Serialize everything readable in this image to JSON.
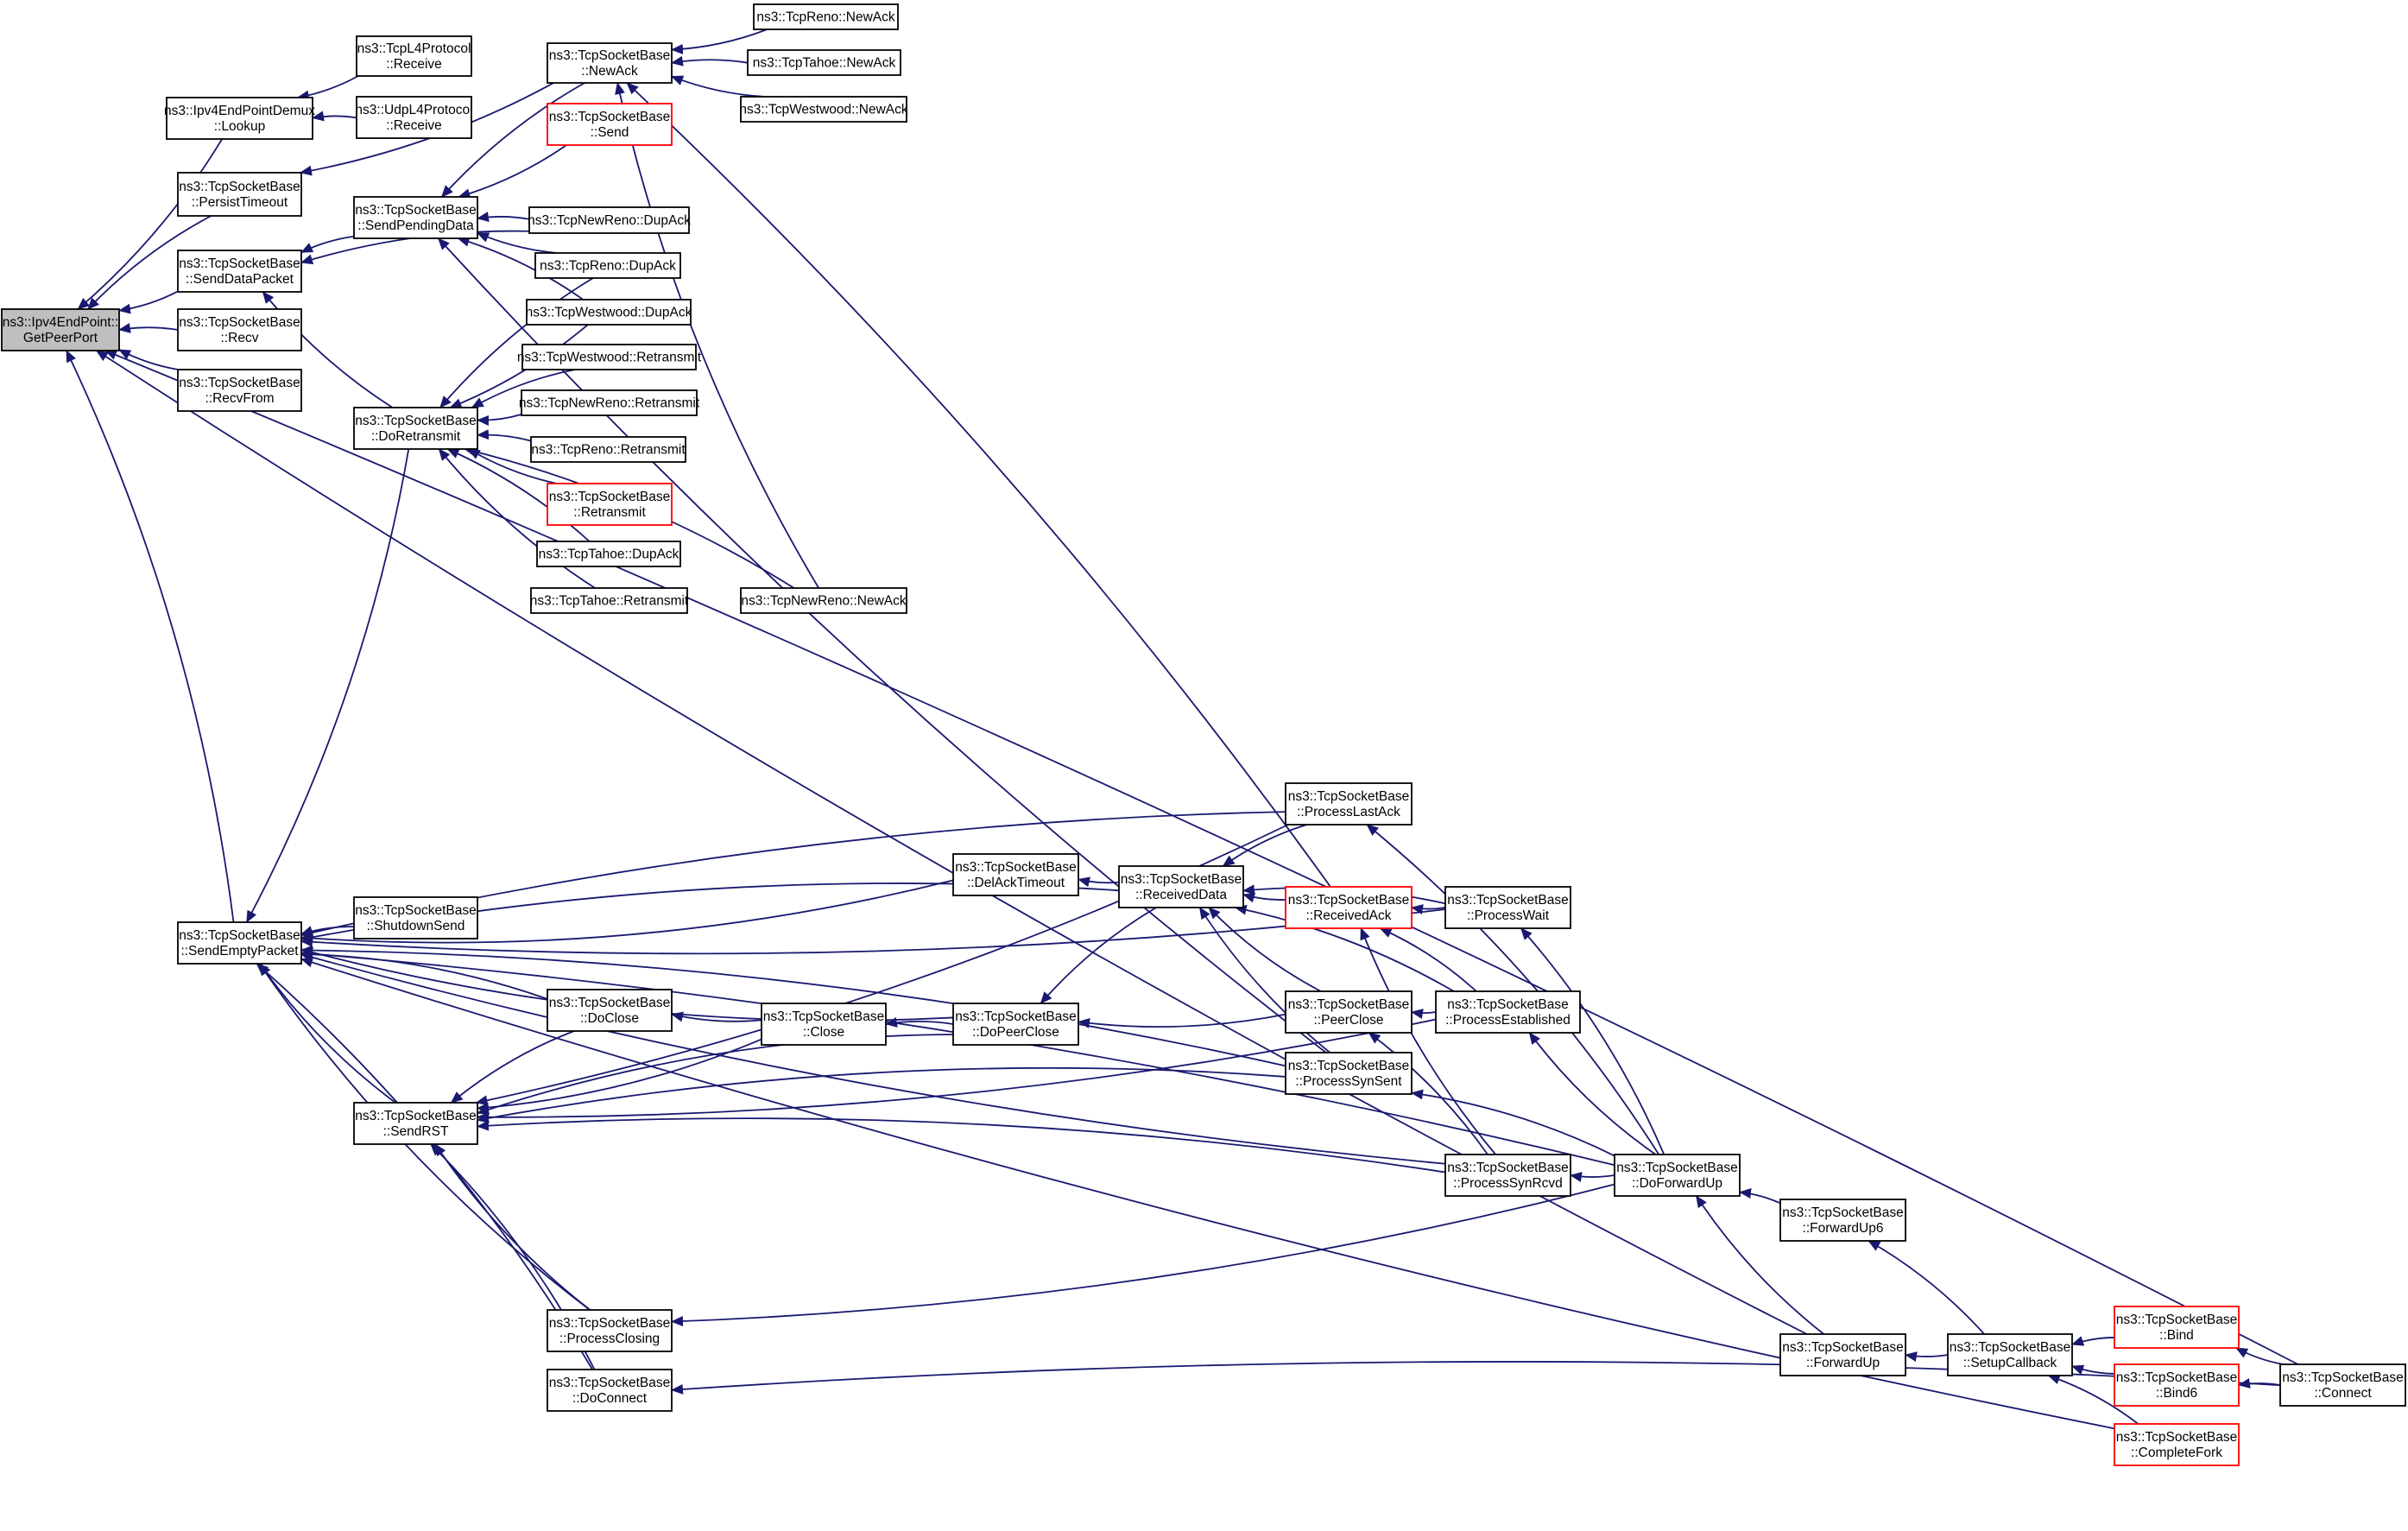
{
  "colors": {
    "edge": "#191970",
    "node_border": "#000000",
    "node_border_truncated": "#ff0000",
    "root_fill": "#bfbfbf",
    "node_fill": "#ffffff"
  },
  "nodes": [
    {
      "id": "root",
      "lines": [
        "ns3::Ipv4EndPoint::",
        "GetPeerPort"
      ],
      "style": "root"
    },
    {
      "id": "lookup",
      "lines": [
        "ns3::Ipv4EndPointDemux",
        "::Lookup"
      ],
      "style": "normal"
    },
    {
      "id": "tcpl4_receive",
      "lines": [
        "ns3::TcpL4Protocol",
        "::Receive"
      ],
      "style": "normal"
    },
    {
      "id": "udpl4_receive",
      "lines": [
        "ns3::UdpL4Protocol",
        "::Receive"
      ],
      "style": "normal"
    },
    {
      "id": "persisttimeout",
      "lines": [
        "ns3::TcpSocketBase",
        "::PersistTimeout"
      ],
      "style": "normal"
    },
    {
      "id": "senddatapacket",
      "lines": [
        "ns3::TcpSocketBase",
        "::SendDataPacket"
      ],
      "style": "normal"
    },
    {
      "id": "recv",
      "lines": [
        "ns3::TcpSocketBase",
        "::Recv"
      ],
      "style": "normal"
    },
    {
      "id": "recvfrom",
      "lines": [
        "ns3::TcpSocketBase",
        "::RecvFrom"
      ],
      "style": "normal"
    },
    {
      "id": "newack_base",
      "lines": [
        "ns3::TcpSocketBase",
        "::NewAck"
      ],
      "style": "normal"
    },
    {
      "id": "reno_newack",
      "lines": [
        "ns3::TcpReno::NewAck"
      ],
      "style": "normal"
    },
    {
      "id": "tahoe_newack",
      "lines": [
        "ns3::TcpTahoe::NewAck"
      ],
      "style": "normal"
    },
    {
      "id": "westwood_newack",
      "lines": [
        "ns3::TcpWestwood::NewAck"
      ],
      "style": "normal"
    },
    {
      "id": "send",
      "lines": [
        "ns3::TcpSocketBase",
        "::Send"
      ],
      "style": "truncated"
    },
    {
      "id": "sendpendingdata",
      "lines": [
        "ns3::TcpSocketBase",
        "::SendPendingData"
      ],
      "style": "normal"
    },
    {
      "id": "newreno_dupack",
      "lines": [
        "ns3::TcpNewReno::DupAck"
      ],
      "style": "normal"
    },
    {
      "id": "reno_dupack",
      "lines": [
        "ns3::TcpReno::DupAck"
      ],
      "style": "normal"
    },
    {
      "id": "westwood_dupack",
      "lines": [
        "ns3::TcpWestwood::DupAck"
      ],
      "style": "normal"
    },
    {
      "id": "westwood_retransmit",
      "lines": [
        "ns3::TcpWestwood::Retransmit"
      ],
      "style": "normal"
    },
    {
      "id": "newreno_retransmit",
      "lines": [
        "ns3::TcpNewReno::Retransmit"
      ],
      "style": "normal"
    },
    {
      "id": "reno_retransmit",
      "lines": [
        "ns3::TcpReno::Retransmit"
      ],
      "style": "normal"
    },
    {
      "id": "retransmit_base",
      "lines": [
        "ns3::TcpSocketBase",
        "::Retransmit"
      ],
      "style": "truncated"
    },
    {
      "id": "tahoe_dupack",
      "lines": [
        "ns3::TcpTahoe::DupAck"
      ],
      "style": "normal"
    },
    {
      "id": "tahoe_retransmit",
      "lines": [
        "ns3::TcpTahoe::Retransmit"
      ],
      "style": "normal"
    },
    {
      "id": "newreno_newack",
      "lines": [
        "ns3::TcpNewReno::NewAck"
      ],
      "style": "normal"
    },
    {
      "id": "doretransmit",
      "lines": [
        "ns3::TcpSocketBase",
        "::DoRetransmit"
      ],
      "style": "normal"
    },
    {
      "id": "sendemptypacket",
      "lines": [
        "ns3::TcpSocketBase",
        "::SendEmptyPacket"
      ],
      "style": "normal"
    },
    {
      "id": "shutdownsend",
      "lines": [
        "ns3::TcpSocketBase",
        "::ShutdownSend"
      ],
      "style": "normal"
    },
    {
      "id": "sendrst",
      "lines": [
        "ns3::TcpSocketBase",
        "::SendRST"
      ],
      "style": "normal"
    },
    {
      "id": "doclose",
      "lines": [
        "ns3::TcpSocketBase",
        "::DoClose"
      ],
      "style": "normal"
    },
    {
      "id": "close",
      "lines": [
        "ns3::TcpSocketBase",
        "::Close"
      ],
      "style": "normal"
    },
    {
      "id": "delacktimeout",
      "lines": [
        "ns3::TcpSocketBase",
        "::DelAckTimeout"
      ],
      "style": "normal"
    },
    {
      "id": "receiveddata",
      "lines": [
        "ns3::TcpSocketBase",
        "::ReceivedData"
      ],
      "style": "normal"
    },
    {
      "id": "dopeerclose",
      "lines": [
        "ns3::TcpSocketBase",
        "::DoPeerClose"
      ],
      "style": "normal"
    },
    {
      "id": "processlastack",
      "lines": [
        "ns3::TcpSocketBase",
        "::ProcessLastAck"
      ],
      "style": "normal"
    },
    {
      "id": "receivedack",
      "lines": [
        "ns3::TcpSocketBase",
        "::ReceivedAck"
      ],
      "style": "truncated"
    },
    {
      "id": "processwait",
      "lines": [
        "ns3::TcpSocketBase",
        "::ProcessWait"
      ],
      "style": "normal"
    },
    {
      "id": "peerclose",
      "lines": [
        "ns3::TcpSocketBase",
        "::PeerClose"
      ],
      "style": "normal"
    },
    {
      "id": "processestablished",
      "lines": [
        "ns3::TcpSocketBase",
        "::ProcessEstablished"
      ],
      "style": "normal"
    },
    {
      "id": "processsynsent",
      "lines": [
        "ns3::TcpSocketBase",
        "::ProcessSynSent"
      ],
      "style": "normal"
    },
    {
      "id": "processsynrcvd",
      "lines": [
        "ns3::TcpSocketBase",
        "::ProcessSynRcvd"
      ],
      "style": "normal"
    },
    {
      "id": "doforwardup",
      "lines": [
        "ns3::TcpSocketBase",
        "::DoForwardUp"
      ],
      "style": "normal"
    },
    {
      "id": "forwardup6",
      "lines": [
        "ns3::TcpSocketBase",
        "::ForwardUp6"
      ],
      "style": "normal"
    },
    {
      "id": "forwardup",
      "lines": [
        "ns3::TcpSocketBase",
        "::ForwardUp"
      ],
      "style": "normal"
    },
    {
      "id": "setupcallback",
      "lines": [
        "ns3::TcpSocketBase",
        "::SetupCallback"
      ],
      "style": "normal"
    },
    {
      "id": "bind",
      "lines": [
        "ns3::TcpSocketBase",
        "::Bind"
      ],
      "style": "truncated"
    },
    {
      "id": "bind6",
      "lines": [
        "ns3::TcpSocketBase",
        "::Bind6"
      ],
      "style": "truncated"
    },
    {
      "id": "completefork",
      "lines": [
        "ns3::TcpSocketBase",
        "::CompleteFork"
      ],
      "style": "truncated"
    },
    {
      "id": "connect",
      "lines": [
        "ns3::TcpSocketBase",
        "::Connect"
      ],
      "style": "normal"
    },
    {
      "id": "processclosing",
      "lines": [
        "ns3::TcpSocketBase",
        "::ProcessClosing"
      ],
      "style": "normal"
    },
    {
      "id": "doconnect",
      "lines": [
        "ns3::TcpSocketBase",
        "::DoConnect"
      ],
      "style": "normal"
    }
  ],
  "edges": [
    [
      "lookup",
      "root"
    ],
    [
      "persisttimeout",
      "root"
    ],
    [
      "senddatapacket",
      "root"
    ],
    [
      "recv",
      "root"
    ],
    [
      "recvfrom",
      "root"
    ],
    [
      "sendemptypacket",
      "root"
    ],
    [
      "forwardup",
      "root"
    ],
    [
      "connect",
      "root"
    ],
    [
      "tcpl4_receive",
      "lookup"
    ],
    [
      "udpl4_receive",
      "lookup"
    ],
    [
      "newack_base",
      "persisttimeout"
    ],
    [
      "sendpendingdata",
      "senddatapacket"
    ],
    [
      "doretransmit",
      "senddatapacket"
    ],
    [
      "newreno_dupack",
      "senddatapacket"
    ],
    [
      "reno_newack",
      "newack_base"
    ],
    [
      "tahoe_newack",
      "newack_base"
    ],
    [
      "westwood_newack",
      "newack_base"
    ],
    [
      "receivedack",
      "newack_base"
    ],
    [
      "newreno_newack",
      "newack_base"
    ],
    [
      "newack_base",
      "sendpendingdata"
    ],
    [
      "send",
      "sendpendingdata"
    ],
    [
      "newreno_dupack",
      "sendpendingdata"
    ],
    [
      "reno_dupack",
      "sendpendingdata"
    ],
    [
      "westwood_dupack",
      "sendpendingdata"
    ],
    [
      "processsynsent",
      "sendpendingdata"
    ],
    [
      "reno_dupack",
      "doretransmit"
    ],
    [
      "westwood_dupack",
      "doretransmit"
    ],
    [
      "westwood_retransmit",
      "doretransmit"
    ],
    [
      "newreno_retransmit",
      "doretransmit"
    ],
    [
      "reno_retransmit",
      "doretransmit"
    ],
    [
      "retransmit_base",
      "doretransmit"
    ],
    [
      "tahoe_dupack",
      "doretransmit"
    ],
    [
      "tahoe_retransmit",
      "doretransmit"
    ],
    [
      "newreno_newack",
      "doretransmit"
    ],
    [
      "doretransmit",
      "sendemptypacket"
    ],
    [
      "shutdownsend",
      "sendemptypacket"
    ],
    [
      "sendrst",
      "sendemptypacket"
    ],
    [
      "doclose",
      "sendemptypacket"
    ],
    [
      "processclosing",
      "sendemptypacket"
    ],
    [
      "doconnect",
      "sendemptypacket"
    ],
    [
      "delacktimeout",
      "sendemptypacket"
    ],
    [
      "receiveddata",
      "sendemptypacket"
    ],
    [
      "dopeerclose",
      "sendemptypacket"
    ],
    [
      "processlastack",
      "sendemptypacket"
    ],
    [
      "processwait",
      "sendemptypacket"
    ],
    [
      "processsynsent",
      "sendemptypacket"
    ],
    [
      "processsynrcvd",
      "sendemptypacket"
    ],
    [
      "doforwardup",
      "sendemptypacket"
    ],
    [
      "completefork",
      "sendemptypacket"
    ],
    [
      "doclose",
      "sendrst"
    ],
    [
      "close",
      "sendrst"
    ],
    [
      "dopeerclose",
      "sendrst"
    ],
    [
      "processlastack",
      "sendrst"
    ],
    [
      "processsynsent",
      "sendrst"
    ],
    [
      "processestablished",
      "sendrst"
    ],
    [
      "processsynrcvd",
      "sendrst"
    ],
    [
      "processclosing",
      "sendrst"
    ],
    [
      "doconnect",
      "sendrst"
    ],
    [
      "close",
      "doclose"
    ],
    [
      "dopeerclose",
      "close"
    ],
    [
      "receiveddata",
      "delacktimeout"
    ],
    [
      "receiveddata",
      "dopeerclose"
    ],
    [
      "peerclose",
      "dopeerclose"
    ],
    [
      "processlastack",
      "receiveddata"
    ],
    [
      "receivedack",
      "receiveddata"
    ],
    [
      "processwait",
      "receiveddata"
    ],
    [
      "peerclose",
      "receiveddata"
    ],
    [
      "processestablished",
      "receiveddata"
    ],
    [
      "processsynsent",
      "receiveddata"
    ],
    [
      "doforwardup",
      "processlastack"
    ],
    [
      "processwait",
      "receivedack"
    ],
    [
      "processestablished",
      "receivedack"
    ],
    [
      "processsynrcvd",
      "receivedack"
    ],
    [
      "doforwardup",
      "processwait"
    ],
    [
      "processestablished",
      "peerclose"
    ],
    [
      "processsynrcvd",
      "peerclose"
    ],
    [
      "doforwardup",
      "processestablished"
    ],
    [
      "doforwardup",
      "processsynsent"
    ],
    [
      "doforwardup",
      "processsynrcvd"
    ],
    [
      "forwardup6",
      "doforwardup"
    ],
    [
      "forwardup",
      "doforwardup"
    ],
    [
      "setupcallback",
      "forwardup6"
    ],
    [
      "setupcallback",
      "forwardup"
    ],
    [
      "bind",
      "setupcallback"
    ],
    [
      "bind6",
      "setupcallback"
    ],
    [
      "completefork",
      "setupcallback"
    ],
    [
      "connect",
      "bind"
    ],
    [
      "connect",
      "bind6"
    ],
    [
      "doforwardup",
      "processclosing"
    ],
    [
      "connect",
      "doconnect"
    ]
  ]
}
